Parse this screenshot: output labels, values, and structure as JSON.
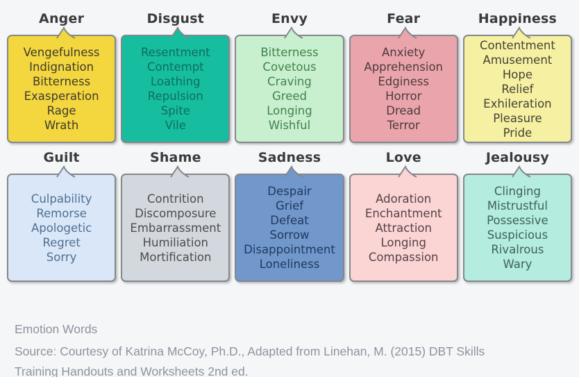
{
  "caption": {
    "title": "Emotion Words",
    "source": "Source: Courtesy of Katrina McCoy, Ph.D., Adapted from Linehan, M. (2015) DBT Skills Training Handouts and Worksheets 2nd ed."
  },
  "colors": {
    "background": "#f5f6f8",
    "box_border": "#85878a",
    "label_text": "#3b3b3b",
    "caption_text": "#8d939e"
  },
  "rows": [
    {
      "cells": [
        {
          "label": "Anger",
          "bg": "#f4d73f",
          "fg": "#3e3a2e",
          "words": [
            "Vengefulness",
            "Indignation",
            "Bitterness",
            "Exasperation",
            "Rage",
            "Wrath"
          ]
        },
        {
          "label": "Disgust",
          "bg": "#16bd9f",
          "fg": "#0d6e5f",
          "words": [
            "Resentment",
            "Contempt",
            "Loathing",
            "Repulsion",
            "Spite",
            "Vile"
          ]
        },
        {
          "label": "Envy",
          "bg": "#c8f0cf",
          "fg": "#41824c",
          "words": [
            "Bitterness",
            "Covetous",
            "Craving",
            "Greed",
            "Longing",
            "Wishful"
          ]
        },
        {
          "label": "Fear",
          "bg": "#e9a5ab",
          "fg": "#4e3a3c",
          "words": [
            "Anxiety",
            "Apprehension",
            "Edginess",
            "Horror",
            "Dread",
            "Terror"
          ]
        },
        {
          "label": "Happiness",
          "bg": "#f6f1a2",
          "fg": "#454236",
          "words": [
            "Contentment",
            "Amusement",
            "Hope",
            "Relief",
            "Exhileration",
            "Pleasure",
            "Pride"
          ]
        }
      ]
    },
    {
      "cells": [
        {
          "label": "Guilt",
          "bg": "#d9e7f9",
          "fg": "#51708f",
          "words": [
            "Culpability",
            "Remorse",
            "Apologetic",
            "Regret",
            "Sorry"
          ]
        },
        {
          "label": "Shame",
          "bg": "#d2d8dd",
          "fg": "#4c4c4c",
          "words": [
            "Contrition",
            "Discomposure",
            "Embarrassment",
            "Humiliation",
            "Mortification"
          ]
        },
        {
          "label": "Sadness",
          "bg": "#7197cb",
          "fg": "#203a60",
          "words": [
            "Despair",
            "Grief",
            "Defeat",
            "Sorrow",
            "Disappointment",
            "Loneliness"
          ]
        },
        {
          "label": "Love",
          "bg": "#fbd4d4",
          "fg": "#544247",
          "words": [
            "Adoration",
            "Enchantment",
            "Attraction",
            "Longing",
            "Compassion"
          ]
        },
        {
          "label": "Jealousy",
          "bg": "#b5ece0",
          "fg": "#3c6258",
          "words": [
            "Clinging",
            "Mistrustful",
            "Possessive",
            "Suspicious",
            "Rivalrous",
            "Wary"
          ]
        }
      ]
    }
  ]
}
